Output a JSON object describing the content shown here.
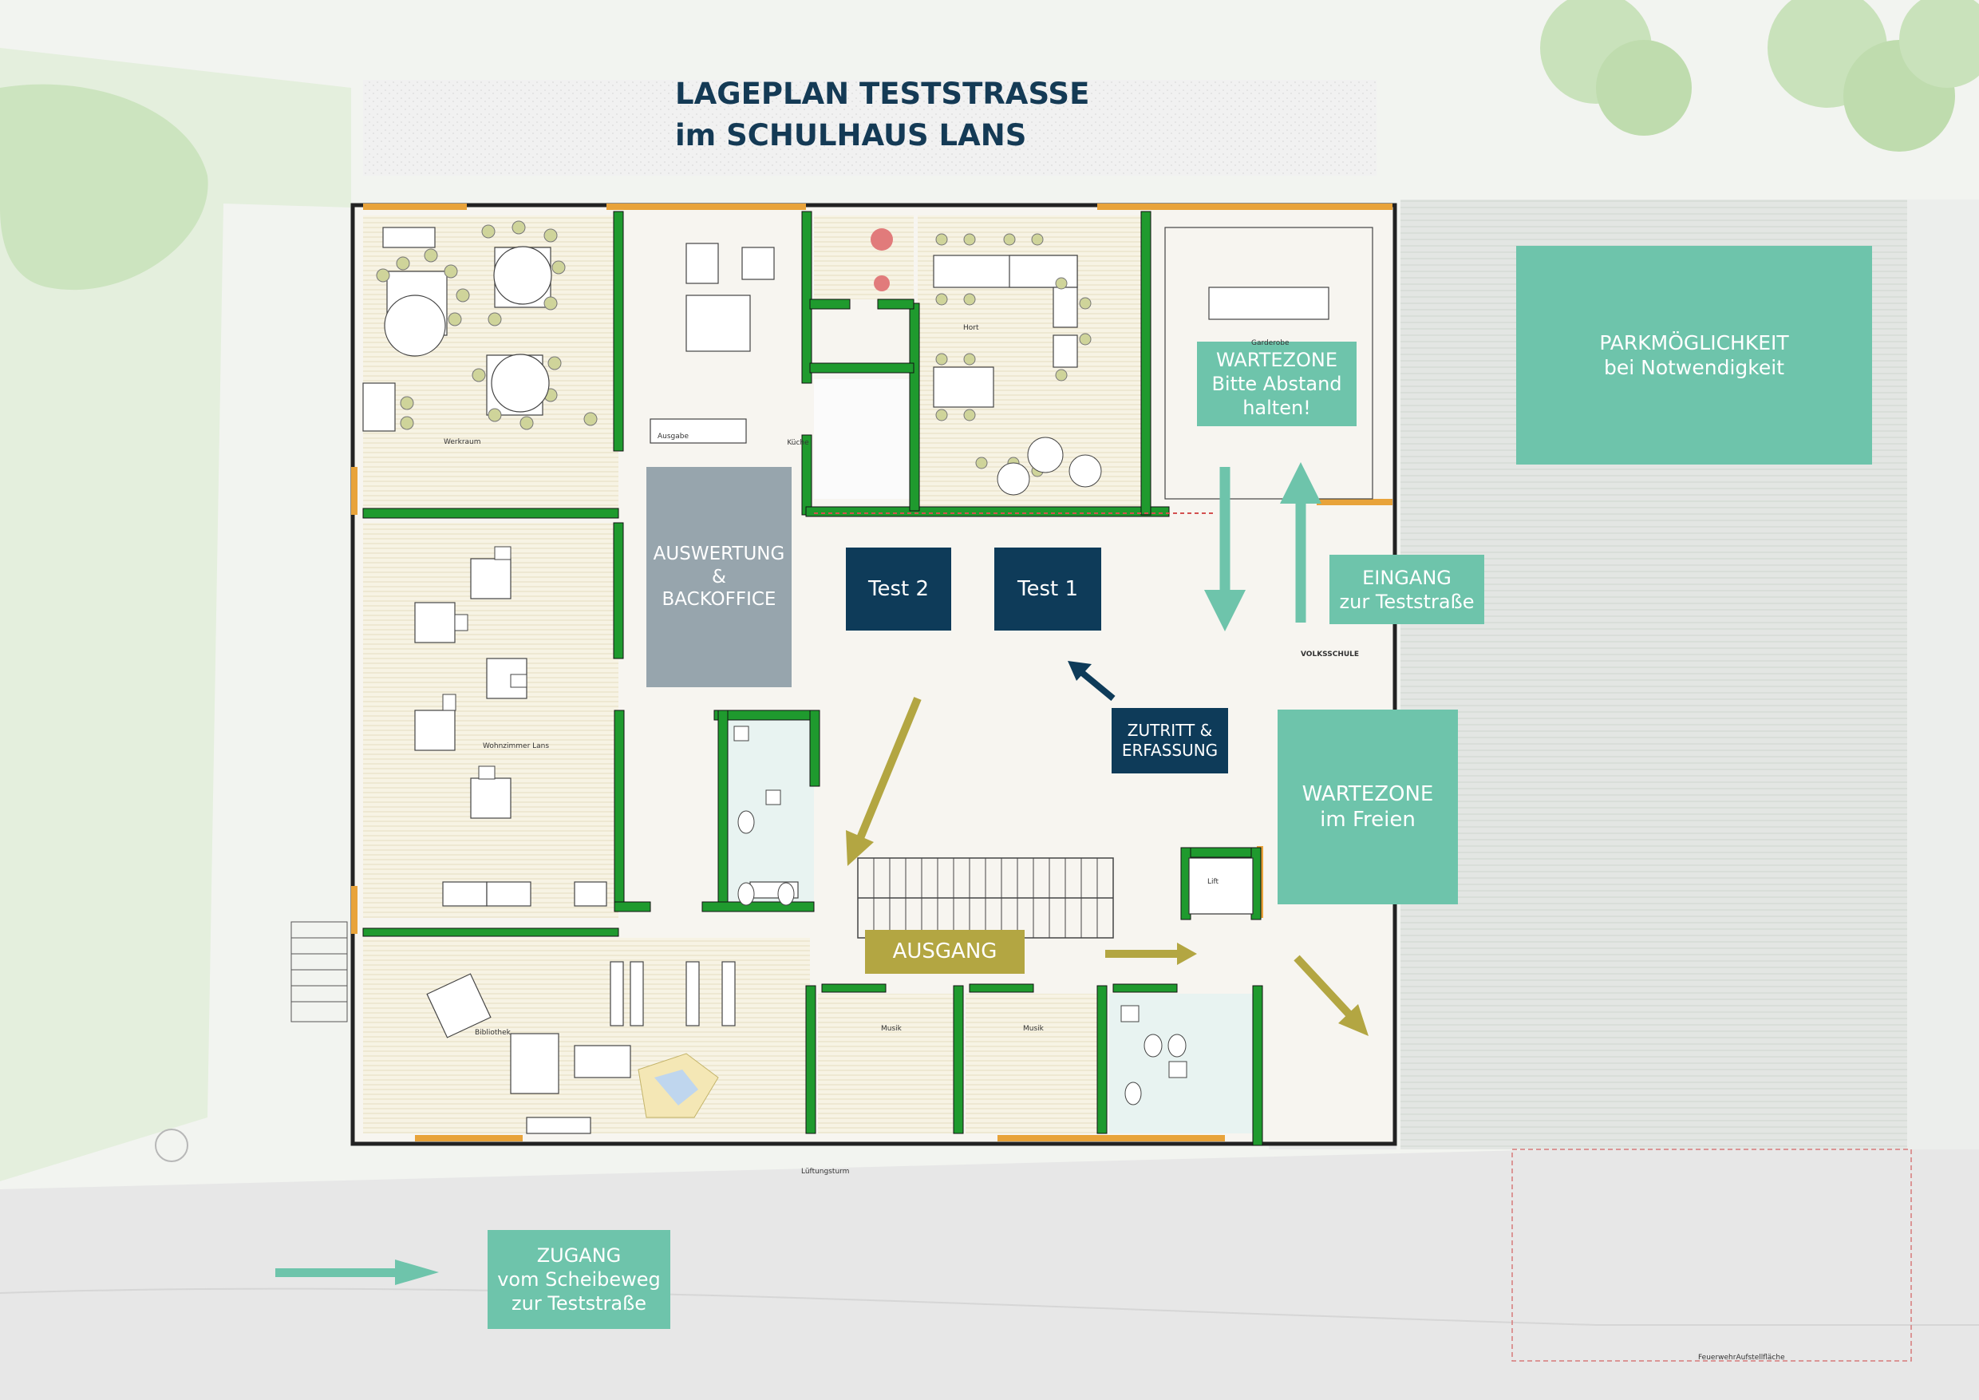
{
  "title": {
    "line1": "LAGEPLAN TESTSTRASSE",
    "line2": "im SCHULHAUS LANS"
  },
  "zones": {
    "wartezone_innen": [
      "WARTEZONE",
      "Bitte Abstand",
      "halten!"
    ],
    "parking": [
      "PARKMÖGLICHKEIT",
      "bei Notwendigkeit"
    ],
    "eingang": [
      "EINGANG",
      "zur Teststraße"
    ],
    "wartezone_freien": [
      "WARTEZONE",
      "im Freien"
    ],
    "zugang": [
      "ZUGANG",
      "vom Scheibeweg",
      "zur Teststraße"
    ],
    "auswertung": [
      "AUSWERTUNG",
      "&",
      "BACKOFFICE"
    ],
    "test2": "Test 2",
    "test1": "Test 1",
    "zutritt": [
      "ZUTRITT &",
      "ERFASSUNG"
    ],
    "ausgang": "AUSGANG"
  },
  "rooms": {
    "kueche": "Küche",
    "ausgabe": "Ausgabe",
    "hort": "Hort",
    "werkraum": "Werkraum",
    "wohnzimmer": "Wohnzimmer Lans",
    "bibliothek": "Bibliothek",
    "musik1": "Musik",
    "musik2": "Musik",
    "lift": "Lift",
    "volksschule": "VOLKSSCHULE",
    "garderobe": "Garderobe",
    "lueftung": "Lüftungsturm",
    "feuerwehr": "FeuerwehrAufstellfläche"
  },
  "colors": {
    "teal": "#6ec4ab",
    "navy": "#0e3b59",
    "slate": "#97a5ad",
    "olive": "#b3a642",
    "wall_green": "#1f9a2e",
    "title": "#143a55"
  }
}
